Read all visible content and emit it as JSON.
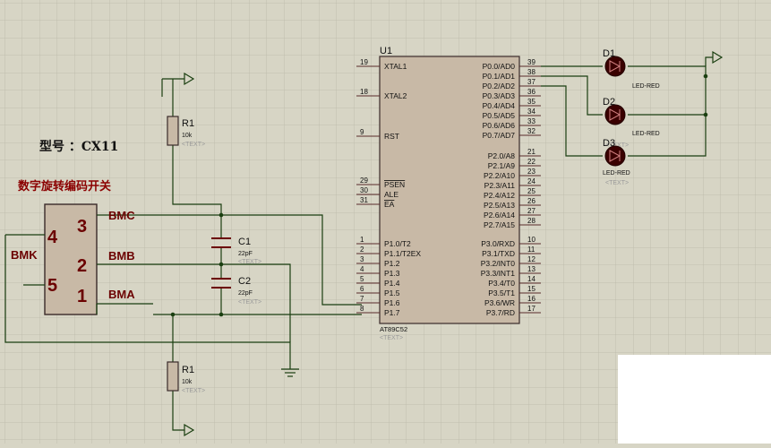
{
  "title": "",
  "model_label": "型号 ：CX11",
  "device_label": "数字旋转编码开关",
  "encoder": {
    "side_label": "BMK",
    "pin3": "3",
    "pin2": "2",
    "pin1": "1",
    "pin4": "4",
    "pin5": "5",
    "net_c": "BMC",
    "net_b": "BMB",
    "net_a": "BMA"
  },
  "mcu": {
    "ref": "U1",
    "part": "AT89C52",
    "text_placeholder": "<TEXT>",
    "left_pins": [
      {
        "num": "19",
        "name": "XTAL1"
      },
      {
        "num": "18",
        "name": "XTAL2"
      },
      {
        "num": "9",
        "name": "RST"
      },
      {
        "num": "29",
        "name": "PSEN"
      },
      {
        "num": "30",
        "name": "ALE"
      },
      {
        "num": "31",
        "name": "EA"
      },
      {
        "num": "1",
        "name": "P1.0/T2"
      },
      {
        "num": "2",
        "name": "P1.1/T2EX"
      },
      {
        "num": "3",
        "name": "P1.2"
      },
      {
        "num": "4",
        "name": "P1.3"
      },
      {
        "num": "5",
        "name": "P1.4"
      },
      {
        "num": "6",
        "name": "P1.5"
      },
      {
        "num": "7",
        "name": "P1.6"
      },
      {
        "num": "8",
        "name": "P1.7"
      }
    ],
    "right_pins": [
      {
        "num": "39",
        "name": "P0.0/AD0"
      },
      {
        "num": "38",
        "name": "P0.1/AD1"
      },
      {
        "num": "37",
        "name": "P0.2/AD2"
      },
      {
        "num": "36",
        "name": "P0.3/AD3"
      },
      {
        "num": "35",
        "name": "P0.4/AD4"
      },
      {
        "num": "34",
        "name": "P0.5/AD5"
      },
      {
        "num": "33",
        "name": "P0.6/AD6"
      },
      {
        "num": "32",
        "name": "P0.7/AD7"
      },
      {
        "num": "21",
        "name": "P2.0/A8"
      },
      {
        "num": "22",
        "name": "P2.1/A9"
      },
      {
        "num": "23",
        "name": "P2.2/A10"
      },
      {
        "num": "24",
        "name": "P2.3/A11"
      },
      {
        "num": "25",
        "name": "P2.4/A12"
      },
      {
        "num": "26",
        "name": "P2.5/A13"
      },
      {
        "num": "27",
        "name": "P2.6/A14"
      },
      {
        "num": "28",
        "name": "P2.7/A15"
      },
      {
        "num": "10",
        "name": "P3.0/RXD"
      },
      {
        "num": "11",
        "name": "P3.1/TXD"
      },
      {
        "num": "12",
        "name": "P3.2/INT0"
      },
      {
        "num": "13",
        "name": "P3.3/INT1"
      },
      {
        "num": "14",
        "name": "P3.4/T0"
      },
      {
        "num": "15",
        "name": "P3.5/T1"
      },
      {
        "num": "16",
        "name": "P3.6/WR"
      },
      {
        "num": "17",
        "name": "P3.7/RD"
      }
    ]
  },
  "resistor_top": {
    "ref": "R1",
    "value": "10k",
    "text": "<TEXT>"
  },
  "resistor_bottom": {
    "ref": "R1",
    "value": "10k",
    "text": "<TEXT>"
  },
  "cap1": {
    "ref": "C1",
    "value": "22pF",
    "text": "<TEXT>"
  },
  "cap2": {
    "ref": "C2",
    "value": "22pF",
    "text": "<TEXT>"
  },
  "leds": [
    {
      "ref": "D1",
      "value": "LED-RED"
    },
    {
      "ref": "D2",
      "value": "LED-RED"
    },
    {
      "ref": "D3",
      "value": "LED-RED"
    }
  ],
  "led_text": "<TEXT>",
  "colors": {
    "background": "#d7d5c5",
    "chip_body": "#c8b9a6",
    "wire": "#1a3f10",
    "component": "#6b0000"
  }
}
